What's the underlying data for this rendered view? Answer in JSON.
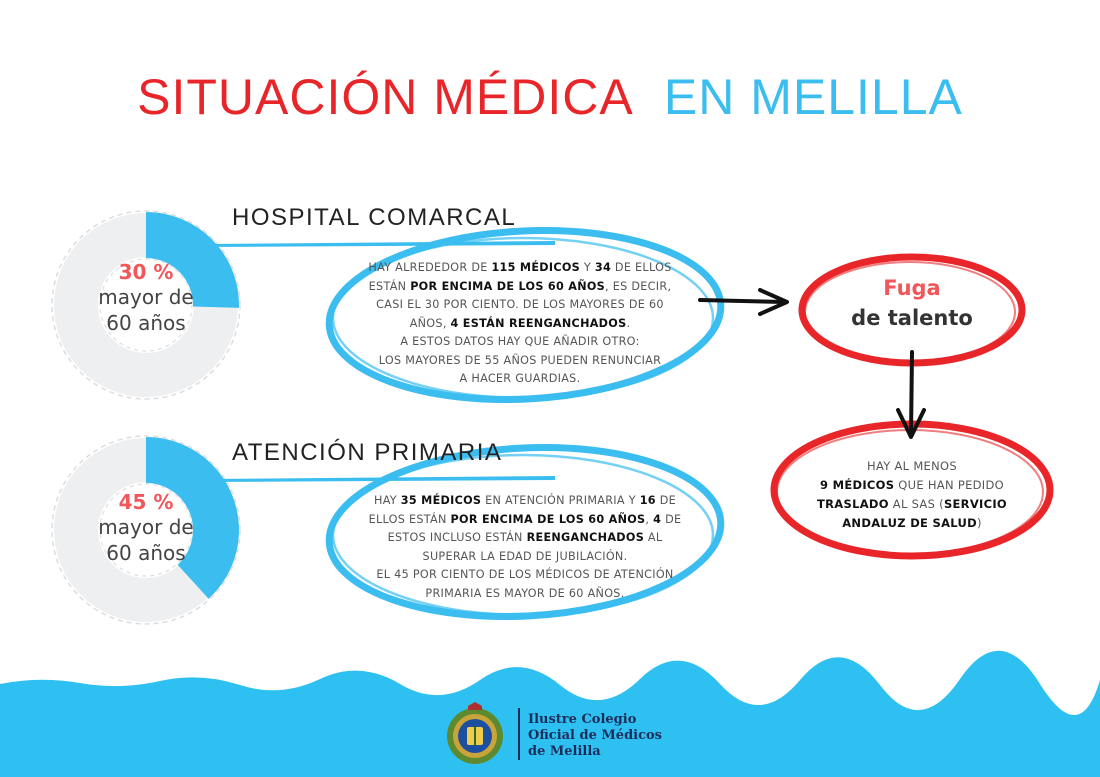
{
  "title": {
    "part1": "SITUACIÓN MÉDICA",
    "part2": "EN MELILLA"
  },
  "colors": {
    "red": "#e8262a",
    "blue": "#3bbdf0",
    "grey": "#eeeff1"
  },
  "hospital": {
    "heading": "HOSPITAL COMARCAL",
    "percent": 30,
    "percent_label": "30 %",
    "label_line1": "mayor de",
    "label_line2": "60 años",
    "text": {
      "l1a": "HAY ALREDEDOR DE ",
      "l1b": "115 MÉDICOS",
      "l1c": " Y ",
      "l1d": "34",
      "l1e": " DE ELLOS",
      "l2a": "ESTÁN ",
      "l2b": "POR ENCIMA DE LOS 60 AÑOS",
      "l2c": ", ES DECIR,",
      "l3": "CASI EL 30 POR CIENTO. DE LOS MAYORES DE 60",
      "l4a": "AÑOS, ",
      "l4b": "4 ESTÁN REENGANCHADOS",
      "l4c": ".",
      "l5": "A ESTOS DATOS HAY QUE AÑADIR OTRO:",
      "l6": "LOS MAYORES DE 55 AÑOS PUEDEN RENUNCIAR",
      "l7": "A HACER GUARDIAS."
    }
  },
  "primaria": {
    "heading": "ATENCIÓN PRIMARIA",
    "percent": 45,
    "percent_label": "45 %",
    "label_line1": "mayor de",
    "label_line2": "60 años",
    "text": {
      "l1a": "HAY ",
      "l1b": "35 MÉDICOS",
      "l1c": " EN ATENCIÓN PRIMARIA Y ",
      "l1d": "16",
      "l1e": " DE",
      "l2a": "ELLOS ESTÁN ",
      "l2b": "POR ENCIMA DE LOS 60 AÑOS",
      "l2c": ", ",
      "l2d": "4",
      "l2e": " DE",
      "l3a": "ESTOS INCLUSO ESTÁN ",
      "l3b": "REENGANCHADOS",
      "l3c": " AL",
      "l4": "SUPERAR LA EDAD DE JUBILACIÓN.",
      "l5": "EL 45 POR CIENTO DE LOS MÉDICOS DE ATENCIÓN",
      "l6": "PRIMARIA ES MAYOR DE 60 AÑOS."
    }
  },
  "fuga": {
    "line1": "Fuga",
    "line2": "de talento"
  },
  "traslado": {
    "l1": "HAY AL MENOS",
    "l2a": "9 MÉDICOS",
    "l2b": " QUE HAN PEDIDO",
    "l3a": "TRASLADO",
    "l3b": " AL SAS (",
    "l3c": "SERVICIO",
    "l4a": "ANDALUZ DE SALUD",
    "l4b": ")"
  },
  "footer": {
    "line1": "Ilustre Colegio",
    "line2": "Oficial de Médicos",
    "line3": "de Melilla"
  }
}
